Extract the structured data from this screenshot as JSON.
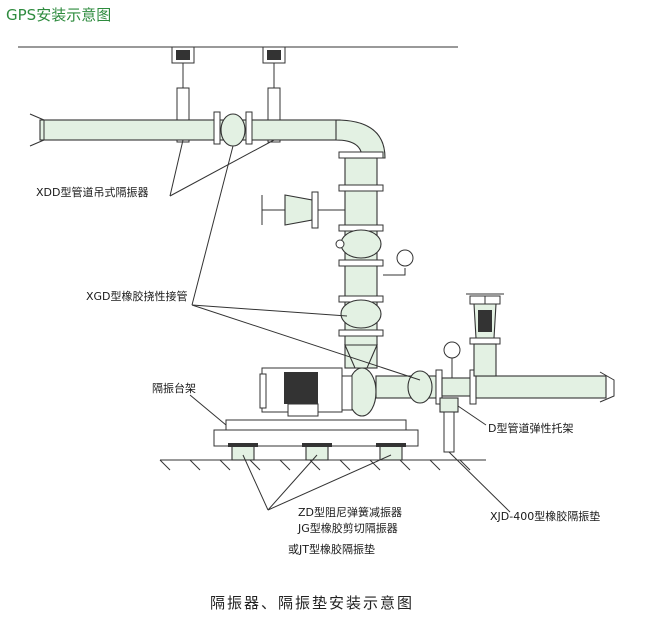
{
  "header": {
    "title": "GPS安装示意图",
    "color": "#2e8b3e"
  },
  "labels": {
    "xdd": "XDD型管道吊式隔振器",
    "xgd": "XGD型橡胶挠性接管",
    "platform": "隔振台架",
    "d_support": "D型管道弹性托架",
    "zd": "ZD型阻尼弹簧减振器",
    "jg": "JG型橡胶剪切隔振器",
    "jt": "或JT型橡胶隔振垫",
    "xjd": "XJD-400型橡胶隔振垫"
  },
  "caption": "隔振器、隔振垫安装示意图",
  "colors": {
    "pipe_fill": "#e3f1e3",
    "line": "#333333",
    "ground": "#ffffff"
  }
}
